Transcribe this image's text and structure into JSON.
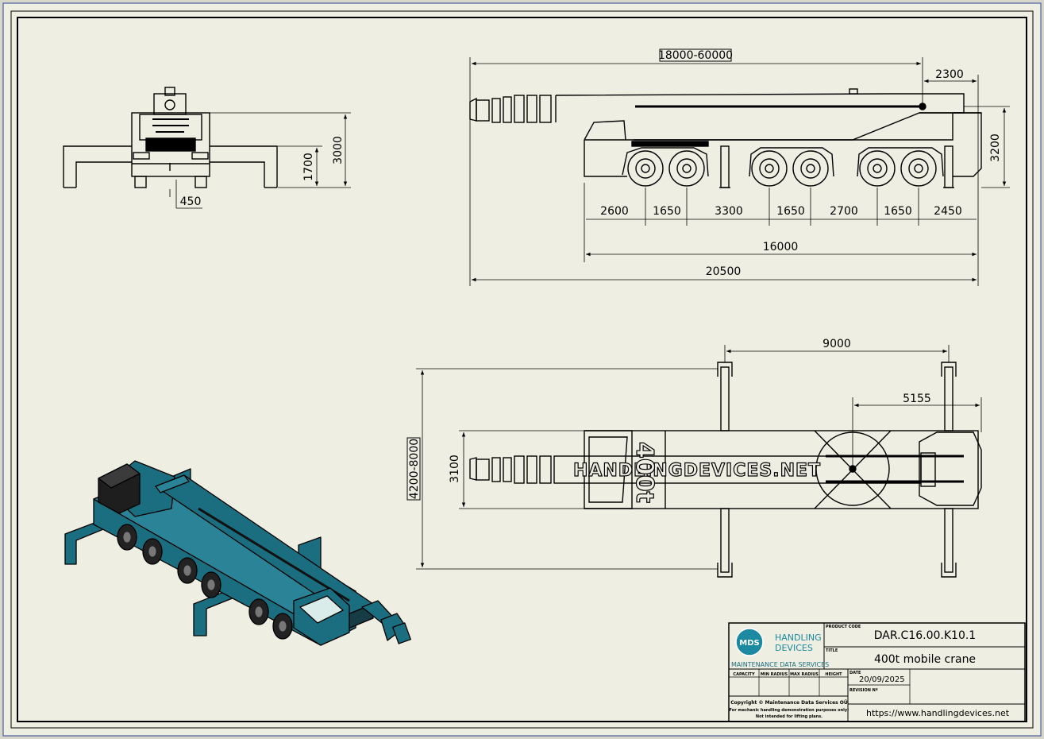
{
  "front_view": {
    "dims": {
      "total_height": "3000",
      "outrigger_height": "1700",
      "center_offset": "450"
    }
  },
  "side_view": {
    "dims": {
      "boom_length": "18000-60000",
      "rear_overhang": "2300",
      "height": "3200",
      "spacings": [
        "2600",
        "1650",
        "3300",
        "1650",
        "2700",
        "1650",
        "2450"
      ],
      "chassis_length": "16000",
      "overall_length": "20500"
    }
  },
  "top_view": {
    "dims": {
      "outrigger_span": "9000",
      "slew_offset": "5155",
      "outrigger_width": "4200-8000",
      "carrier_width": "3100"
    }
  },
  "branding": {
    "boom_text": "HANDLINGDEVICES.NET",
    "cab_text": "400t"
  },
  "title_block": {
    "logo_initials": "MDS",
    "logo_line1": "HANDLING",
    "logo_line2": "DEVICES",
    "company": "MAINTENANCE DATA SERVICES",
    "product_code_label": "PRODUCT CODE",
    "product_code": "DAR.C16.00.K10.1",
    "title_label": "TITLE",
    "title": "400t mobile crane",
    "capacity_label": "CAPACITY",
    "min_radius_label": "MIN RADIUS",
    "max_radius_label": "MAX RADIUS",
    "height_label": "HEIGHT",
    "date_label": "DATE",
    "date": "20/09/2025",
    "revision_label": "REVISION Nº",
    "copyright": "Copyright © Maintenance Data Services OÜ",
    "disclaimer1": "For mechanic handling demonstration purposes only!",
    "disclaimer2": "Not intended for lifting plans.",
    "website": "https://www.handlingdevices.net"
  },
  "colors": {
    "background": "#efeee2",
    "crane_body": "#1b6e80",
    "crane_dark": "#163c46",
    "logo": "#1b8aa0"
  }
}
